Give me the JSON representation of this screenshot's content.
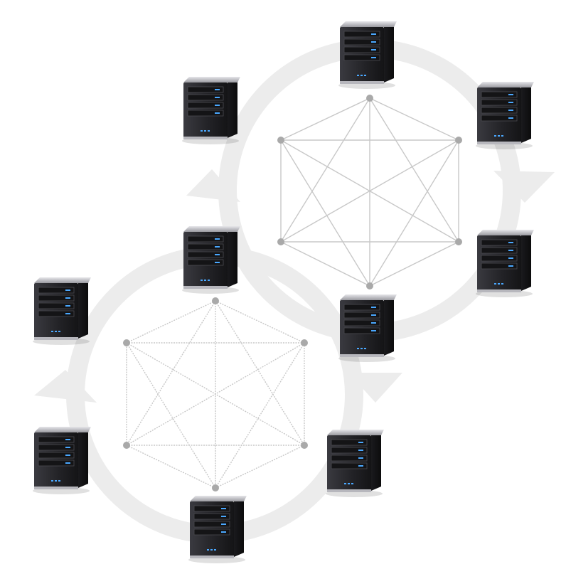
{
  "diagram": {
    "colors": {
      "background": "#ffffff",
      "ring": "#ececec",
      "mesh_line": "#c8c8c8",
      "mesh_node": "#a9a9a9",
      "server_body": "#2b2b2f",
      "server_top": "#cfcfd3",
      "server_led": "#4aa8ff"
    },
    "clusters": [
      {
        "id": "upper",
        "mesh_nodes": 6,
        "servers": 6,
        "ring_arrows": [
          "chevron-down-right",
          "chevron-down-left",
          "chevron-up-left"
        ]
      },
      {
        "id": "lower",
        "mesh_nodes": 6,
        "servers": 6,
        "ring_arrows": [
          "chevron-up-left"
        ]
      }
    ],
    "icon_names": [
      "server-icon",
      "ring-arrow-icon",
      "mesh-node"
    ]
  }
}
